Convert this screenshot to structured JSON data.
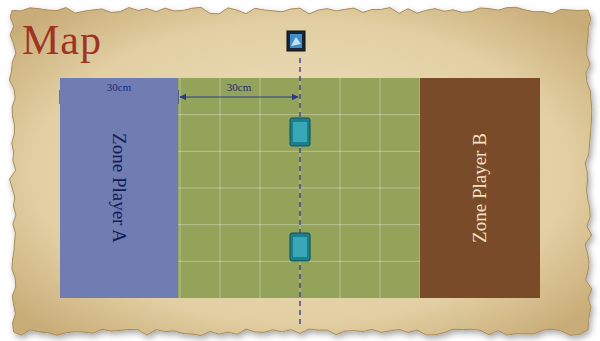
{
  "diagram": {
    "title": "Map",
    "nodes": [
      {
        "text": [
          "Zone Player A"
        ]
      },
      {
        "text": [
          "Zone Player B"
        ]
      }
    ],
    "labels": [
      "30cm",
      "30cm"
    ]
  }
}
